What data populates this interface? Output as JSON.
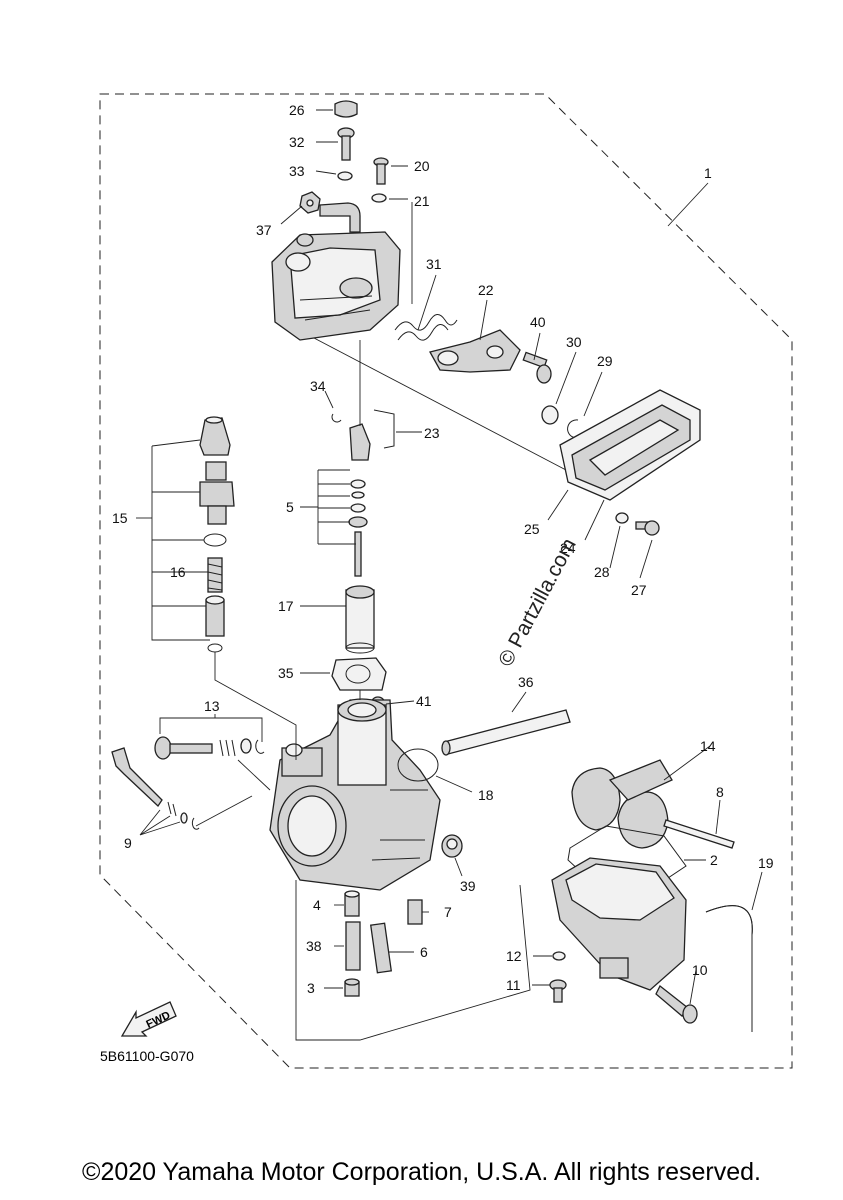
{
  "diagram": {
    "code": "5B61100-G070",
    "watermark": "© Partzilla.com",
    "fwd_label": "FWD",
    "callouts": [
      {
        "id": "c1",
        "text": "1"
      },
      {
        "id": "c2",
        "text": "2"
      },
      {
        "id": "c3",
        "text": "3"
      },
      {
        "id": "c4",
        "text": "4"
      },
      {
        "id": "c5",
        "text": "5"
      },
      {
        "id": "c6",
        "text": "6"
      },
      {
        "id": "c7",
        "text": "7"
      },
      {
        "id": "c8",
        "text": "8"
      },
      {
        "id": "c9",
        "text": "9"
      },
      {
        "id": "c10",
        "text": "10"
      },
      {
        "id": "c11",
        "text": "11"
      },
      {
        "id": "c12",
        "text": "12"
      },
      {
        "id": "c13",
        "text": "13"
      },
      {
        "id": "c14",
        "text": "14"
      },
      {
        "id": "c15",
        "text": "15"
      },
      {
        "id": "c16",
        "text": "16"
      },
      {
        "id": "c17",
        "text": "17"
      },
      {
        "id": "c18",
        "text": "18"
      },
      {
        "id": "c19",
        "text": "19"
      },
      {
        "id": "c20",
        "text": "20"
      },
      {
        "id": "c21",
        "text": "21"
      },
      {
        "id": "c22",
        "text": "22"
      },
      {
        "id": "c23",
        "text": "23"
      },
      {
        "id": "c24",
        "text": "24"
      },
      {
        "id": "c25",
        "text": "25"
      },
      {
        "id": "c26",
        "text": "26"
      },
      {
        "id": "c27",
        "text": "27"
      },
      {
        "id": "c28",
        "text": "28"
      },
      {
        "id": "c29",
        "text": "29"
      },
      {
        "id": "c30",
        "text": "30"
      },
      {
        "id": "c31",
        "text": "31"
      },
      {
        "id": "c32",
        "text": "32"
      },
      {
        "id": "c33",
        "text": "33"
      },
      {
        "id": "c34",
        "text": "34"
      },
      {
        "id": "c35",
        "text": "35"
      },
      {
        "id": "c36",
        "text": "36"
      },
      {
        "id": "c37",
        "text": "37"
      },
      {
        "id": "c38",
        "text": "38"
      },
      {
        "id": "c39",
        "text": "39"
      },
      {
        "id": "c40",
        "text": "40"
      },
      {
        "id": "c41",
        "text": "41"
      }
    ]
  },
  "footer": {
    "copyright": "©2020 Yamaha Motor Corporation, U.S.A. All rights reserved."
  }
}
